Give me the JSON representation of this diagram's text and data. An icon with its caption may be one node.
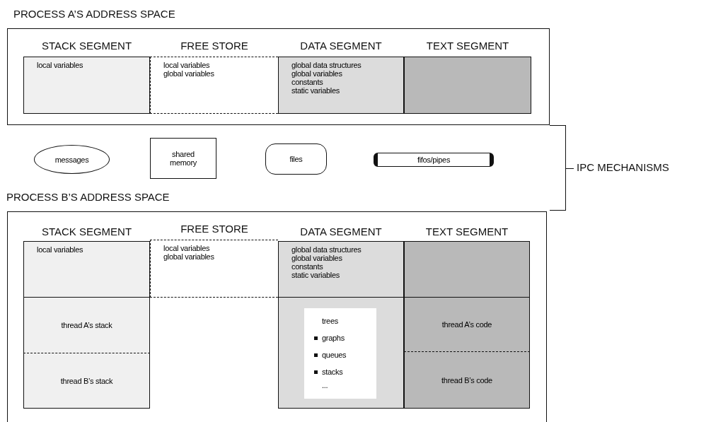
{
  "diagram": {
    "nodes": [
      {
        "text": [
          "PROCESS A’S ADDRESS SPACE"
        ]
      },
      {
        "text": [
          "STACK SEGMENT",
          "local variables"
        ],
        "in": 0
      },
      {
        "text": [
          "FREE STORE",
          "local variables",
          "global variables"
        ],
        "in": 0
      },
      {
        "text": [
          "DATA SEGMENT",
          "global data structures",
          "global variables",
          "constants",
          "static variables"
        ],
        "in": 0
      },
      {
        "text": [
          "TEXT SEGMENT"
        ],
        "in": 0
      },
      {
        "text": [
          "IPC MECHANISMS"
        ]
      },
      {
        "text": [
          "messages"
        ]
      },
      {
        "text": [
          "shared memory"
        ]
      },
      {
        "text": [
          "files"
        ]
      },
      {
        "text": [
          "fifos/pipes"
        ]
      },
      {
        "text": [
          "PROCESS B’S ADDRESS SPACE"
        ]
      },
      {
        "text": [
          "STACK SEGMENT"
        ],
        "in": 10
      },
      {
        "text": [
          "local variables"
        ],
        "in": 11
      },
      {
        "text": [
          "thread A’s stack"
        ],
        "in": 11
      },
      {
        "text": [
          "thread B’s stack"
        ],
        "in": 11
      },
      {
        "text": [
          "FREE STORE",
          "local variables",
          "global variables"
        ],
        "in": 10
      },
      {
        "text": [
          "DATA SEGMENT"
        ],
        "in": 10
      },
      {
        "text": [
          "global data structures",
          "global variables",
          "constants",
          "static variables"
        ],
        "in": 16
      },
      {
        "text": [],
        "shape": "box",
        "in": 16
      },
      {
        "text": [
          "trees",
          "graphs",
          "queues",
          "stacks",
          "..."
        ],
        "in": 18
      },
      {
        "text": [
          "TEXT SEGMENT"
        ],
        "in": 10
      },
      {
        "text": [],
        "shape": "box",
        "in": 20
      },
      {
        "text": [
          "thread A’s code"
        ],
        "in": 20
      },
      {
        "text": [
          "thread B’s code"
        ],
        "in": 20
      }
    ]
  }
}
